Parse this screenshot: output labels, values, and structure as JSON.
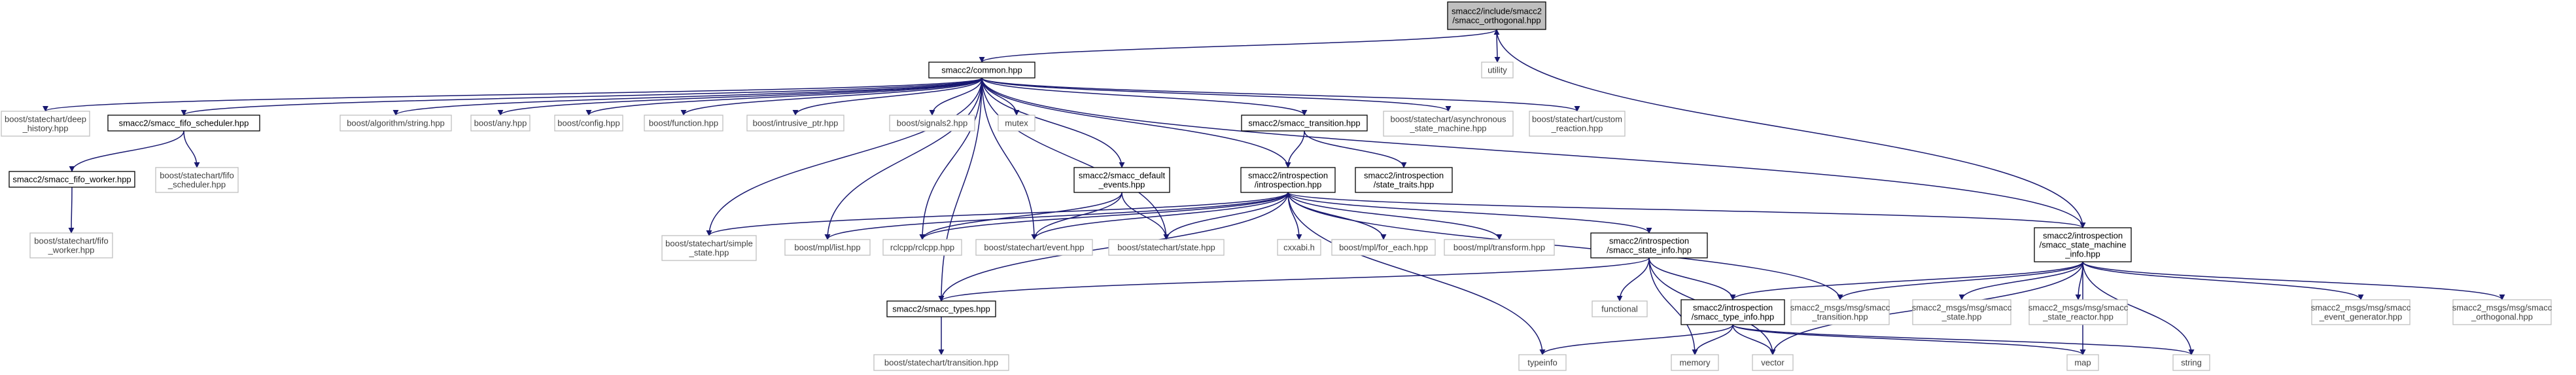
{
  "colors": {
    "edge": "#191970",
    "root_fill": "#bfbfbf",
    "doc_border": "#000000",
    "dep_border": "#bfbfbf",
    "dep_text": "#404040"
  },
  "nodes": [
    {
      "id": "root",
      "kind": "root",
      "lines": [
        "smacc2/include/smacc2",
        "/smacc_orthogonal.hpp"
      ]
    },
    {
      "id": "common",
      "kind": "doc",
      "lines": [
        "smacc2/common.hpp"
      ]
    },
    {
      "id": "utility",
      "kind": "dep",
      "lines": [
        "utility"
      ]
    },
    {
      "id": "deep_history",
      "kind": "dep",
      "lines": [
        "boost/statechart/deep",
        "_history.hpp"
      ]
    },
    {
      "id": "fifo_scheduler",
      "kind": "doc",
      "lines": [
        "smacc2/smacc_fifo_scheduler.hpp"
      ]
    },
    {
      "id": "algorithm_string",
      "kind": "dep",
      "lines": [
        "boost/algorithm/string.hpp"
      ]
    },
    {
      "id": "any",
      "kind": "dep",
      "lines": [
        "boost/any.hpp"
      ]
    },
    {
      "id": "config",
      "kind": "dep",
      "lines": [
        "boost/config.hpp"
      ]
    },
    {
      "id": "function",
      "kind": "dep",
      "lines": [
        "boost/function.hpp"
      ]
    },
    {
      "id": "intrusive_ptr",
      "kind": "dep",
      "lines": [
        "boost/intrusive_ptr.hpp"
      ]
    },
    {
      "id": "signals2",
      "kind": "dep",
      "lines": [
        "boost/signals2.hpp"
      ]
    },
    {
      "id": "mutex",
      "kind": "dep",
      "lines": [
        "mutex"
      ]
    },
    {
      "id": "smacc_transition",
      "kind": "doc",
      "lines": [
        "smacc2/smacc_transition.hpp"
      ]
    },
    {
      "id": "async_sm",
      "kind": "dep",
      "lines": [
        "boost/statechart/asynchronous",
        "_state_machine.hpp"
      ]
    },
    {
      "id": "custom_reaction",
      "kind": "dep",
      "lines": [
        "boost/statechart/custom",
        "_reaction.hpp"
      ]
    },
    {
      "id": "fifo_worker",
      "kind": "doc",
      "lines": [
        "smacc2/smacc_fifo_worker.hpp"
      ]
    },
    {
      "id": "sc_fifo_scheduler",
      "kind": "dep",
      "lines": [
        "boost/statechart/fifo",
        "_scheduler.hpp"
      ]
    },
    {
      "id": "default_events",
      "kind": "doc",
      "lines": [
        "smacc2/smacc_default",
        "_events.hpp"
      ]
    },
    {
      "id": "introspection",
      "kind": "doc",
      "lines": [
        "smacc2/introspection",
        "/introspection.hpp"
      ]
    },
    {
      "id": "state_traits",
      "kind": "doc",
      "lines": [
        "smacc2/introspection",
        "/state_traits.hpp"
      ]
    },
    {
      "id": "sc_fifo_worker",
      "kind": "dep",
      "lines": [
        "boost/statechart/fifo",
        "_worker.hpp"
      ]
    },
    {
      "id": "simple_state",
      "kind": "dep",
      "lines": [
        "boost/statechart/simple",
        "_state.hpp"
      ]
    },
    {
      "id": "mpl_list",
      "kind": "dep",
      "lines": [
        "boost/mpl/list.hpp"
      ]
    },
    {
      "id": "rclcpp",
      "kind": "dep",
      "lines": [
        "rclcpp/rclcpp.hpp"
      ]
    },
    {
      "id": "sc_event",
      "kind": "dep",
      "lines": [
        "boost/statechart/event.hpp"
      ]
    },
    {
      "id": "sc_state",
      "kind": "dep",
      "lines": [
        "boost/statechart/state.hpp"
      ]
    },
    {
      "id": "cxxabi",
      "kind": "dep",
      "lines": [
        "cxxabi.h"
      ]
    },
    {
      "id": "mpl_for_each",
      "kind": "dep",
      "lines": [
        "boost/mpl/for_each.hpp"
      ]
    },
    {
      "id": "mpl_transform",
      "kind": "dep",
      "lines": [
        "boost/mpl/transform.hpp"
      ]
    },
    {
      "id": "state_info",
      "kind": "doc",
      "lines": [
        "smacc2/introspection",
        "/smacc_state_info.hpp"
      ]
    },
    {
      "id": "sm_info",
      "kind": "doc",
      "lines": [
        "smacc2/introspection",
        "/smacc_state_machine",
        "_info.hpp"
      ]
    },
    {
      "id": "smacc_types",
      "kind": "doc",
      "lines": [
        "smacc2/smacc_types.hpp"
      ]
    },
    {
      "id": "functional",
      "kind": "dep",
      "lines": [
        "functional"
      ]
    },
    {
      "id": "type_info",
      "kind": "doc",
      "lines": [
        "smacc2/introspection",
        "/smacc_type_info.hpp"
      ]
    },
    {
      "id": "msg_transition",
      "kind": "dep",
      "lines": [
        "smacc2_msgs/msg/smacc",
        "_transition.hpp"
      ]
    },
    {
      "id": "msg_state",
      "kind": "dep",
      "lines": [
        "smacc2_msgs/msg/smacc",
        "_state.hpp"
      ]
    },
    {
      "id": "msg_state_reactor",
      "kind": "dep",
      "lines": [
        "smacc2_msgs/msg/smacc",
        "_state_reactor.hpp"
      ]
    },
    {
      "id": "msg_event_generator",
      "kind": "dep",
      "lines": [
        "smacc2_msgs/msg/smacc",
        "_event_generator.hpp"
      ]
    },
    {
      "id": "msg_orthogonal",
      "kind": "dep",
      "lines": [
        "smacc2_msgs/msg/smacc",
        "_orthogonal.hpp"
      ]
    },
    {
      "id": "sc_transition",
      "kind": "dep",
      "lines": [
        "boost/statechart/transition.hpp"
      ]
    },
    {
      "id": "typeinfo",
      "kind": "dep",
      "lines": [
        "typeinfo"
      ]
    },
    {
      "id": "memory",
      "kind": "dep",
      "lines": [
        "memory"
      ]
    },
    {
      "id": "vector",
      "kind": "dep",
      "lines": [
        "vector"
      ]
    },
    {
      "id": "map",
      "kind": "dep",
      "lines": [
        "map"
      ]
    },
    {
      "id": "string",
      "kind": "dep",
      "lines": [
        "string"
      ]
    }
  ],
  "edges": [
    [
      "root",
      "common"
    ],
    [
      "root",
      "utility"
    ],
    [
      "sm_info",
      "root"
    ],
    [
      "common",
      "deep_history"
    ],
    [
      "common",
      "fifo_scheduler"
    ],
    [
      "common",
      "algorithm_string"
    ],
    [
      "common",
      "any"
    ],
    [
      "common",
      "config"
    ],
    [
      "common",
      "function"
    ],
    [
      "common",
      "intrusive_ptr"
    ],
    [
      "common",
      "signals2"
    ],
    [
      "common",
      "mutex"
    ],
    [
      "common",
      "smacc_transition"
    ],
    [
      "common",
      "async_sm"
    ],
    [
      "common",
      "custom_reaction"
    ],
    [
      "common",
      "default_events"
    ],
    [
      "common",
      "introspection"
    ],
    [
      "common",
      "simple_state"
    ],
    [
      "common",
      "mpl_list"
    ],
    [
      "common",
      "rclcpp"
    ],
    [
      "common",
      "sc_event"
    ],
    [
      "common",
      "sc_state"
    ],
    [
      "common",
      "smacc_types"
    ],
    [
      "common",
      "sm_info"
    ],
    [
      "fifo_scheduler",
      "fifo_worker"
    ],
    [
      "fifo_scheduler",
      "sc_fifo_scheduler"
    ],
    [
      "fifo_worker",
      "sc_fifo_worker"
    ],
    [
      "smacc_transition",
      "introspection"
    ],
    [
      "smacc_transition",
      "state_traits"
    ],
    [
      "default_events",
      "sc_event"
    ],
    [
      "default_events",
      "sc_state"
    ],
    [
      "default_events",
      "rclcpp"
    ],
    [
      "introspection",
      "simple_state"
    ],
    [
      "introspection",
      "mpl_list"
    ],
    [
      "introspection",
      "rclcpp"
    ],
    [
      "introspection",
      "sc_event"
    ],
    [
      "introspection",
      "sc_state"
    ],
    [
      "introspection",
      "cxxabi"
    ],
    [
      "introspection",
      "mpl_for_each"
    ],
    [
      "introspection",
      "mpl_transform"
    ],
    [
      "introspection",
      "state_info"
    ],
    [
      "introspection",
      "sm_info"
    ],
    [
      "introspection",
      "smacc_types"
    ],
    [
      "introspection",
      "typeinfo"
    ],
    [
      "introspection",
      "msg_transition"
    ],
    [
      "state_info",
      "smacc_types"
    ],
    [
      "state_info",
      "functional"
    ],
    [
      "state_info",
      "type_info"
    ],
    [
      "state_info",
      "memory"
    ],
    [
      "state_info",
      "vector"
    ],
    [
      "sm_info",
      "msg_transition"
    ],
    [
      "sm_info",
      "msg_state"
    ],
    [
      "sm_info",
      "msg_state_reactor"
    ],
    [
      "sm_info",
      "msg_event_generator"
    ],
    [
      "sm_info",
      "msg_orthogonal"
    ],
    [
      "sm_info",
      "type_info"
    ],
    [
      "sm_info",
      "vector"
    ],
    [
      "sm_info",
      "map"
    ],
    [
      "sm_info",
      "string"
    ],
    [
      "smacc_types",
      "sc_transition"
    ],
    [
      "type_info",
      "typeinfo"
    ],
    [
      "type_info",
      "memory"
    ],
    [
      "type_info",
      "vector"
    ],
    [
      "type_info",
      "map"
    ],
    [
      "type_info",
      "string"
    ]
  ]
}
